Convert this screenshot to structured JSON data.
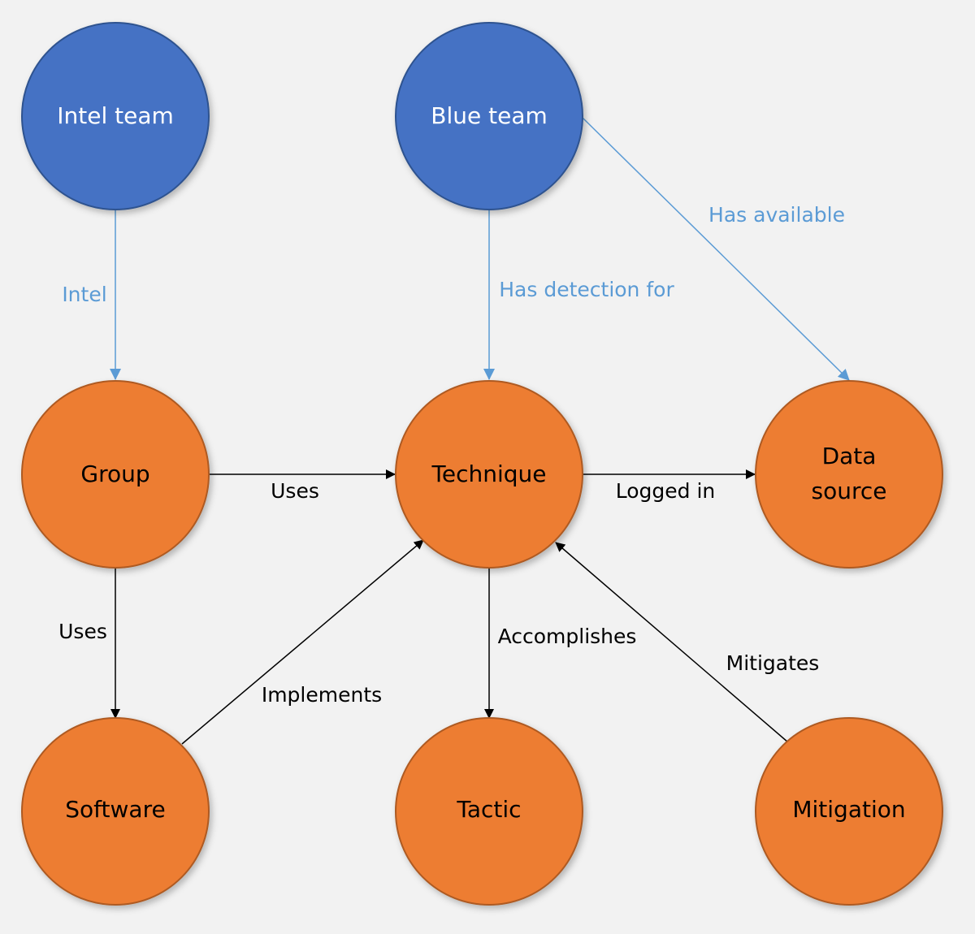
{
  "colors": {
    "background": "#f2f2f2",
    "team_fill": "#4472c4",
    "team_stroke": "#2f528f",
    "entity_fill": "#ed7d31",
    "entity_stroke": "#ae5a21",
    "team_edge": "#5b9bd5",
    "entity_edge": "#000000",
    "team_label_text": "#ffffff",
    "entity_label_text": "#000000"
  },
  "nodes": {
    "intel_team": {
      "label": "Intel team"
    },
    "blue_team": {
      "label": "Blue team"
    },
    "group": {
      "label": "Group"
    },
    "technique": {
      "label": "Technique"
    },
    "data_source": {
      "label_line1": "Data",
      "label_line2": "source"
    },
    "software": {
      "label": "Software"
    },
    "tactic": {
      "label": "Tactic"
    },
    "mitigation": {
      "label": "Mitigation"
    }
  },
  "edges": {
    "intel": {
      "label": "Intel"
    },
    "has_detection_for": {
      "label": "Has detection for"
    },
    "has_available": {
      "label": "Has available"
    },
    "group_uses_technique": {
      "label": "Uses"
    },
    "logged_in": {
      "label": "Logged in"
    },
    "group_uses_software": {
      "label": "Uses"
    },
    "implements": {
      "label": "Implements"
    },
    "accomplishes": {
      "label": "Accomplishes"
    },
    "mitigates": {
      "label": "Mitigates"
    }
  }
}
